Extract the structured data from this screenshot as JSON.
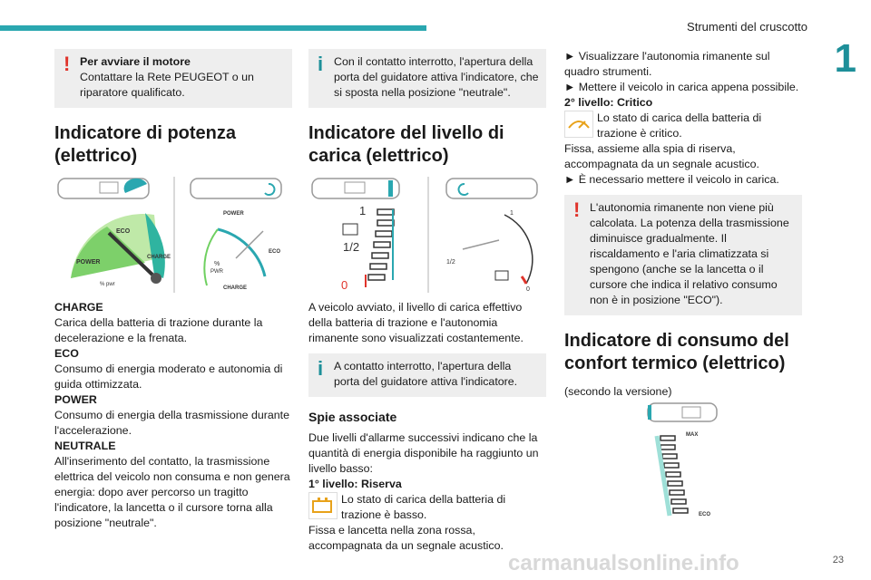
{
  "header": {
    "section_title": "Strumenti del cruscotto",
    "chapter": "1",
    "page_number": "23"
  },
  "col1": {
    "warning_title": "Per avviare il motore",
    "warning_text": "Contattare la Rete PEUGEOT o un riparatore qualificato.",
    "heading": "Indicatore di potenza (elettrico)",
    "gauge_labels": {
      "eco": "ECO",
      "power": "POWER",
      "charge": "CHARGE",
      "pct": "% pwr",
      "pct2": "%",
      "pwr": "PWR"
    },
    "items": [
      {
        "term": "CHARGE",
        "desc": "Carica della batteria di trazione durante la decelerazione e la frenata."
      },
      {
        "term": "ECO",
        "desc": "Consumo di energia moderato e autonomia di guida ottimizzata."
      },
      {
        "term": "POWER",
        "desc": "Consumo di energia della trasmissione durante l'accelerazione."
      },
      {
        "term": "NEUTRALE",
        "desc": "All'inserimento del contatto, la trasmissione elettrica del veicolo non consuma e non genera energia: dopo aver percorso un tragitto l'indicatore, la lancetta o il cursore torna alla posizione \"neutrale\"."
      }
    ]
  },
  "col2": {
    "info_text": "Con il contatto interrotto, l'apertura della porta del guidatore attiva l'indicatore, che si sposta nella posizione \"neutrale\".",
    "heading": "Indicatore del livello di carica (elettrico)",
    "gauge_labels": {
      "full": "1",
      "half": "1/2",
      "empty": "0"
    },
    "body": "A veicolo avviato, il livello di carica effettivo della batteria di trazione e l'autonomia rimanente sono visualizzati costantemente.",
    "info2": "A contatto interrotto, l'apertura della porta del guidatore attiva l'indicatore.",
    "sub_heading": "Spie associate",
    "sub_body": "Due livelli d'allarme successivi indicano che la quantità di energia disponibile ha raggiunto un livello basso:",
    "level1_title": "1° livello: Riserva",
    "level1_text": "Lo stato di carica della batteria di trazione è basso.",
    "level1_more": "Fissa e lancetta nella zona rossa, accompagnata da un segnale acustico."
  },
  "col3": {
    "bullet1": "Visualizzare l'autonomia rimanente sul quadro strumenti.",
    "bullet2": "Mettere il veicolo in carica appena possibile.",
    "level2_title": "2° livello: Critico",
    "level2_text": "Lo stato di carica della batteria di trazione è critico.",
    "level2_more": "Fissa, assieme alla spia di riserva, accompagnata da un segnale acustico.",
    "bullet3": "È necessario mettere il veicolo in carica.",
    "warning_text": "L'autonomia rimanente non viene più calcolata. La potenza della trasmissione diminuisce gradualmente. Il riscaldamento e l'aria climatizzata si spengono (anche se la lancetta o il cursore che indica il relativo consumo non è in posizione \"ECO\").",
    "heading": "Indicatore di consumo del confort termico (elettrico)",
    "note": "(secondo la versione)",
    "gauge_labels": {
      "max": "MAX",
      "eco": "ECO"
    }
  },
  "icons": {
    "warning": "exclamation-icon",
    "info": "info-icon",
    "bullet": "arrow-bullet-icon",
    "battery": "battery-warning-icon"
  },
  "colors": {
    "accent": "#1d8f99",
    "warning": "#e0342b",
    "box_bg": "#eeeeee"
  },
  "watermark": "carmanualsonline.info"
}
